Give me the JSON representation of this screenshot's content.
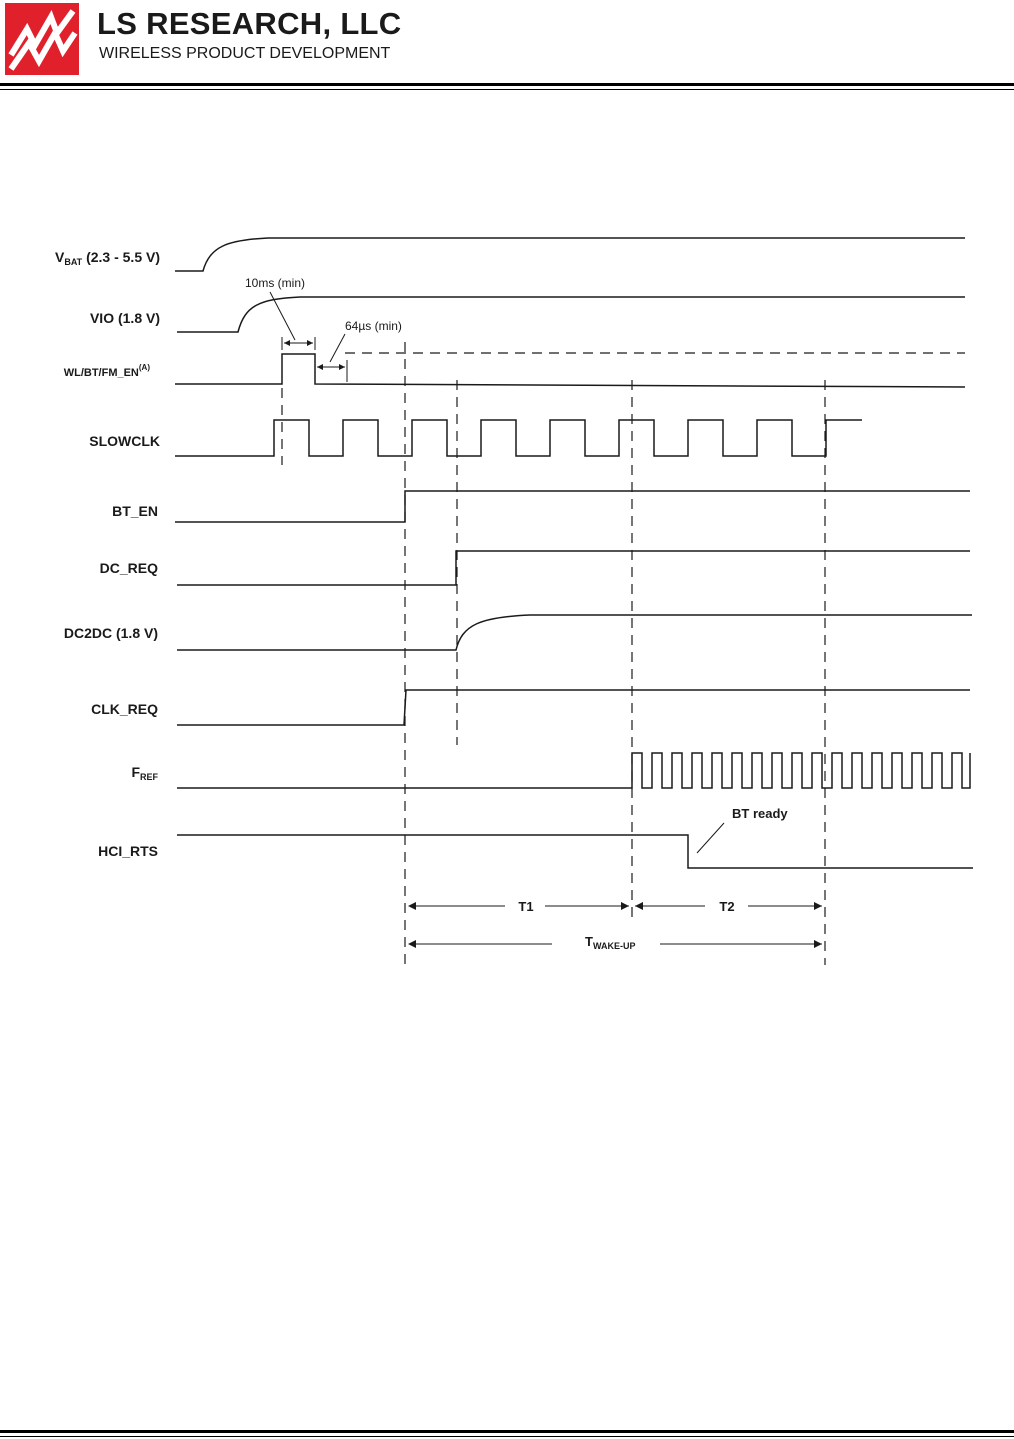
{
  "header": {
    "company_name": "LS RESEARCH, LLC",
    "tagline": "WIRELESS PRODUCT DEVELOPMENT"
  },
  "signals": {
    "vbat": {
      "main": "V",
      "sub": "BAT",
      "rest": " (2.3 - 5.5 V)"
    },
    "vio": {
      "label": "VIO (1.8 V)"
    },
    "wl_en": {
      "main": "WL/BT/FM_EN",
      "sup": "(A)"
    },
    "slowclk": {
      "label": "SLOWCLK"
    },
    "bt_en": {
      "label": "BT_EN"
    },
    "dc_req": {
      "label": "DC_REQ"
    },
    "dc2dc": {
      "label": "DC2DC (1.8 V)"
    },
    "clk_req": {
      "label": "CLK_REQ"
    },
    "fref": {
      "main": "F",
      "sub": "REF"
    },
    "hci_rts": {
      "label": "HCI_RTS"
    }
  },
  "annotations": {
    "min_10ms": "10ms (min)",
    "min_64us": "64µs (min)",
    "bt_ready": "BT ready",
    "t1": "T1",
    "t2": "T2",
    "twake_main": "T",
    "twake_sub": "WAKE-UP"
  },
  "colors": {
    "logo_red": "#e0212b",
    "ink": "#1a1a1a"
  }
}
